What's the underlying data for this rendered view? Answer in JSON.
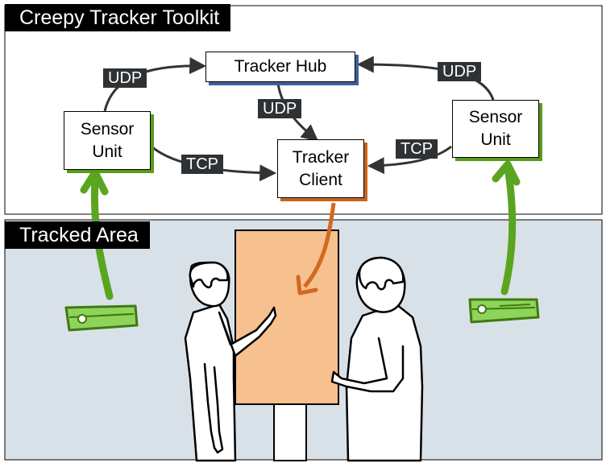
{
  "titles": {
    "toolkit": "Creepy Tracker Toolkit",
    "area": "Tracked Area"
  },
  "nodes": {
    "hub": "Tracker Hub",
    "client": "Tracker Client",
    "sensor_left": "Sensor Unit",
    "sensor_right": "Sensor Unit"
  },
  "edges": {
    "left_to_hub": "UDP",
    "right_to_hub": "UDP",
    "hub_to_client": "UDP",
    "left_to_client": "TCP",
    "right_to_client": "TCP"
  },
  "colors": {
    "area_background": "#d9e1e8",
    "hub_shadow": "#3d5f9b",
    "client_shadow": "#c9661c",
    "sensor_shadow": "#5a9a1c",
    "tracking_arrow": "#5aa51f",
    "display_arrow": "#d2691e",
    "display_panel": "#f7c08f",
    "sensor_device": "#8fd45a"
  },
  "icons": [
    "depth-camera-icon",
    "person-icon",
    "display-panel-icon"
  ]
}
